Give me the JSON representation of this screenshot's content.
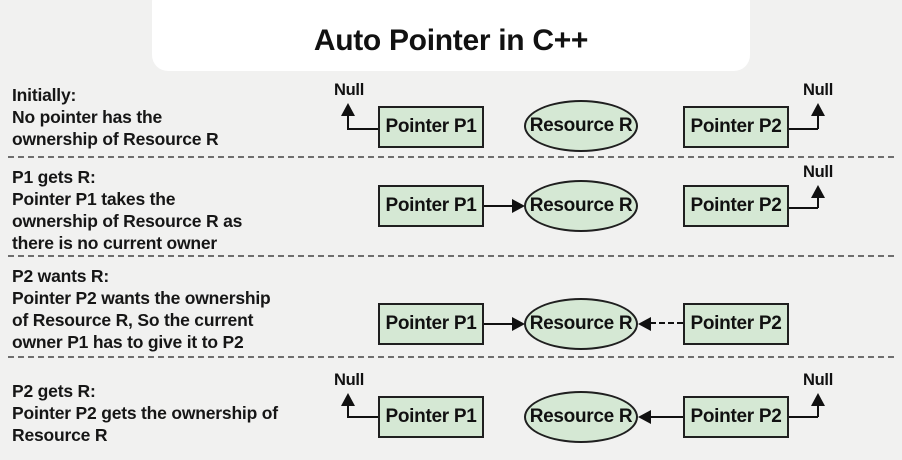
{
  "title": "Auto Pointer in C++",
  "labels": {
    "null": "Null",
    "p1": "Pointer P1",
    "p2": "Pointer P2",
    "resource": "Resource R"
  },
  "colors": {
    "background": "#f1f1f0",
    "card": "#ffffff",
    "node_fill": "#d5e8d4",
    "node_border": "#1f1f1f",
    "text": "#161616",
    "divider": "#6e6e6e",
    "arrow": "#111111"
  },
  "rows": [
    {
      "caption": [
        "Initially:",
        "No pointer has the",
        "ownership of Resource R"
      ],
      "p1_null": true,
      "p2_null": true,
      "p1_to_resource": "none",
      "p2_to_resource": "none"
    },
    {
      "caption": [
        "P1 gets R:",
        "Pointer P1 takes the",
        "ownership of Resource R as",
        "there is no current owner"
      ],
      "p1_null": false,
      "p2_null": true,
      "p1_to_resource": "solid",
      "p2_to_resource": "none"
    },
    {
      "caption": [
        "P2 wants R:",
        "Pointer P2 wants the ownership",
        "of Resource R, So the current",
        "owner P1 has to give it to P2"
      ],
      "p1_null": false,
      "p2_null": false,
      "p1_to_resource": "solid",
      "p2_to_resource": "dashed"
    },
    {
      "caption": [
        "P2 gets R:",
        "Pointer P2 gets the ownership of",
        "Resource R"
      ],
      "p1_null": true,
      "p2_null": true,
      "p1_to_resource": "none",
      "p2_to_resource": "solid"
    }
  ]
}
